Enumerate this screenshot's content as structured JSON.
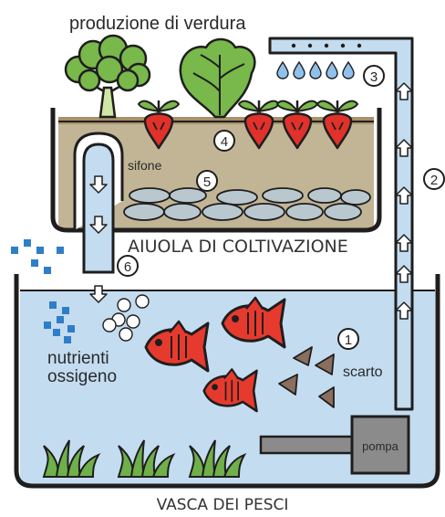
{
  "labels": {
    "top_title": "produzione di verdura",
    "grow_bed": "AIUOLA DI COLTIVAZIONE",
    "fish_tank": "VASCA DEI PESCI",
    "siphon": "sifone",
    "nutrients": "nutrienti",
    "oxygen": "ossigeno",
    "waste": "scarto",
    "pump": "pompa"
  },
  "steps": [
    "1",
    "2",
    "3",
    "4",
    "5",
    "6"
  ],
  "colors": {
    "water": "#c4dcf0",
    "soil": "#c2b596",
    "soil_top": "#a8916b",
    "fish": "#e63a2e",
    "beet": "#e0312b",
    "leaf": "#79b84a",
    "nutrient_blue": "#2e7ec8",
    "outline": "#1e1e1e",
    "pump": "#8b8b8b",
    "waste": "#8a6f5e"
  },
  "icons": [
    "broccoli-icon",
    "lettuce-icon",
    "beet-icon",
    "fish-icon",
    "drop-icon",
    "arrow-up-icon",
    "arrow-down-icon",
    "grass-icon"
  ]
}
